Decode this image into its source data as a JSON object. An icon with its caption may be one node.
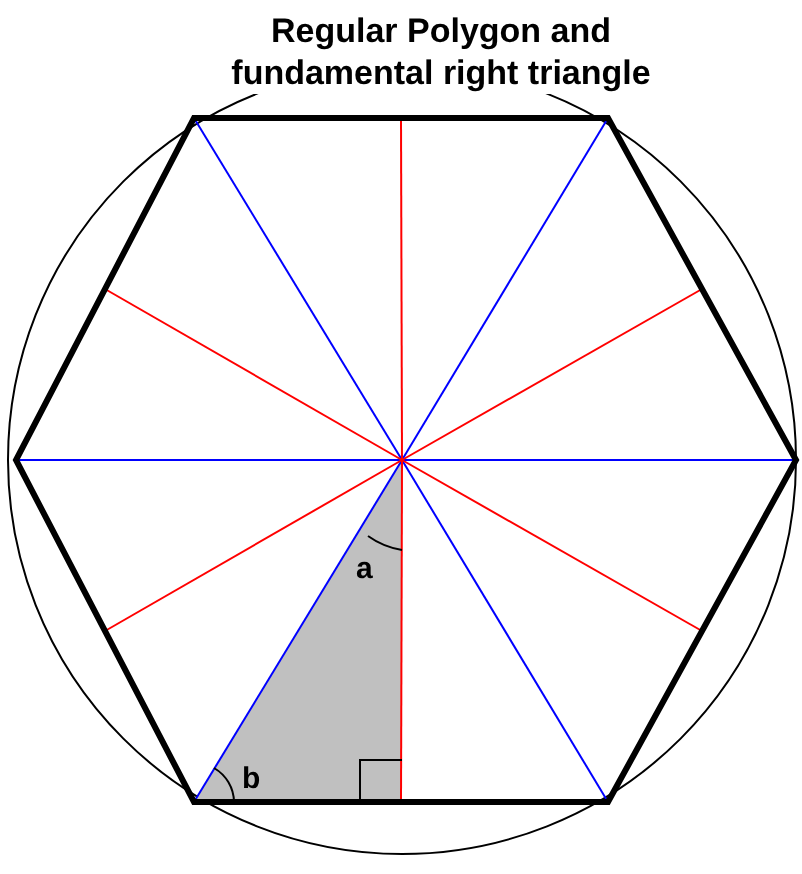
{
  "diagram": {
    "title": "Regular Polygon and fundamental right triangle",
    "labels": [
      "a",
      "b"
    ]
  }
}
